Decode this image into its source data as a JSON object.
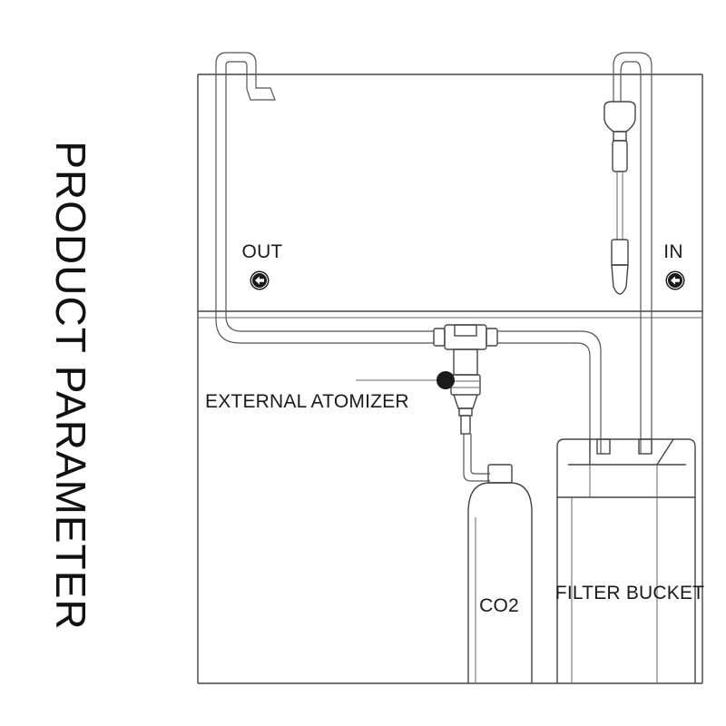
{
  "title": "PRODUCT PARAMETER",
  "labels": {
    "out": "OUT",
    "in": "IN",
    "atomizer": "EXTERNAL ATOMIZER",
    "co2": "CO2",
    "filter": "FILTER BUCKET"
  },
  "icons": {
    "out_arrow": "left-arrow-circle-icon",
    "in_arrow": "left-arrow-circle-icon",
    "atomizer_marker": "dot-marker-icon"
  },
  "colors": {
    "line": "#444444",
    "marker": "#1a1a1a"
  }
}
